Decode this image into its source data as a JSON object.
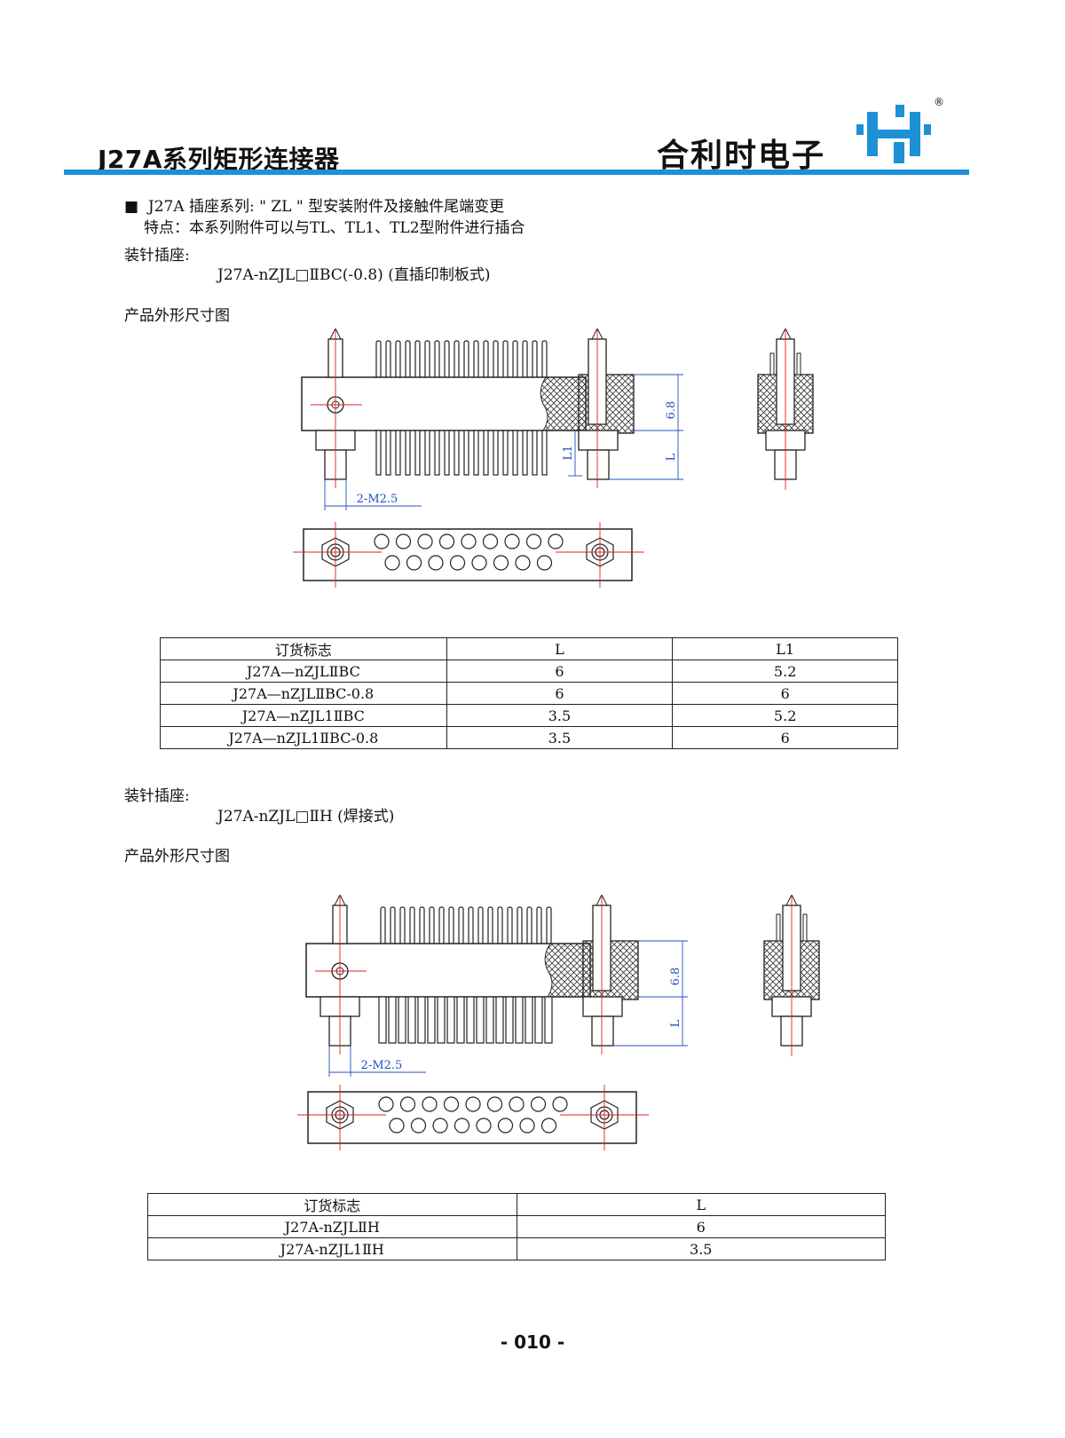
{
  "header": {
    "title": "J27A系列矩形连接器",
    "brand": "合利时电子",
    "registered": "®",
    "accent_color": "#1e90d6"
  },
  "intro": {
    "bullet": "■",
    "line1": "J27A 插座系列: \" ZL \" 型安装附件及接触件尾端变更",
    "line2": "特点：本系列附件可以与TL、TL1、TL2型附件进行插合"
  },
  "section1": {
    "label": "装针插座:",
    "model": "J27A-nZJL□ⅡBC(-0.8) (直插印制板式)",
    "drawing_label": "产品外形尺寸图",
    "dims": {
      "height": "6.8",
      "L": "L",
      "L1": "L1",
      "thread": "2-M2.5"
    },
    "table": {
      "headers": [
        "订货标志",
        "L",
        "L1"
      ],
      "rows": [
        [
          "J27A—nZJLⅡBC",
          "6",
          "5.2"
        ],
        [
          "J27A—nZJLⅡBC-0.8",
          "6",
          "6"
        ],
        [
          "J27A—nZJL1ⅡBC",
          "3.5",
          "5.2"
        ],
        [
          "J27A—nZJL1ⅡBC-0.8",
          "3.5",
          "6"
        ]
      ]
    }
  },
  "section2": {
    "label": "装针插座:",
    "model": "J27A-nZJL□ⅡH (焊接式)",
    "drawing_label": "产品外形尺寸图",
    "dims": {
      "height": "6.8",
      "L": "L",
      "thread": "2-M2.5"
    },
    "table": {
      "headers": [
        "订货标志",
        "L"
      ],
      "rows": [
        [
          "J27A-nZJLⅡH",
          "6"
        ],
        [
          "J27A-nZJL1ⅡH",
          "3.5"
        ]
      ]
    }
  },
  "page_number": "- 010 -"
}
